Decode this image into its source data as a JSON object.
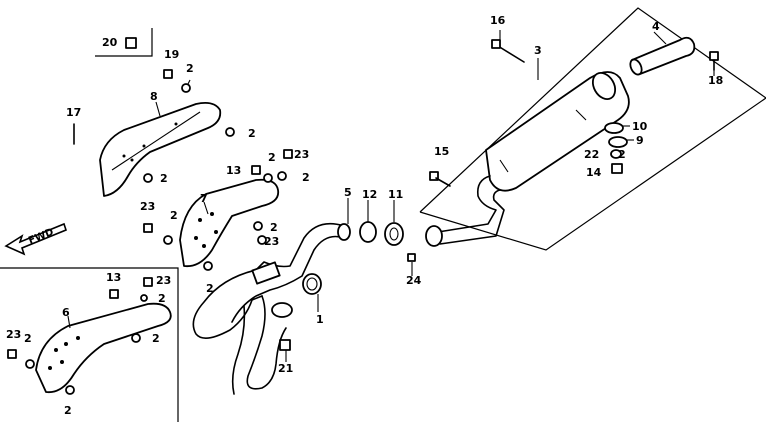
{
  "fwd_label": "FWD",
  "labels": [
    {
      "id": "l1",
      "text": "1"
    },
    {
      "id": "l2a",
      "text": "2"
    },
    {
      "id": "l2b",
      "text": "2"
    },
    {
      "id": "l2c",
      "text": "2"
    },
    {
      "id": "l2d",
      "text": "2"
    },
    {
      "id": "l2e",
      "text": "2"
    },
    {
      "id": "l2f",
      "text": "2"
    },
    {
      "id": "l2g",
      "text": "2"
    },
    {
      "id": "l2h",
      "text": "2"
    },
    {
      "id": "l2i",
      "text": "2"
    },
    {
      "id": "l2j",
      "text": "2"
    },
    {
      "id": "l2k",
      "text": "2"
    },
    {
      "id": "l2l",
      "text": "2"
    },
    {
      "id": "l2m",
      "text": "2"
    },
    {
      "id": "l3",
      "text": "3"
    },
    {
      "id": "l4",
      "text": "4"
    },
    {
      "id": "l5",
      "text": "5"
    },
    {
      "id": "l6",
      "text": "6"
    },
    {
      "id": "l7",
      "text": "7"
    },
    {
      "id": "l8",
      "text": "8"
    },
    {
      "id": "l9",
      "text": "9"
    },
    {
      "id": "l10",
      "text": "10"
    },
    {
      "id": "l11",
      "text": "11"
    },
    {
      "id": "l12",
      "text": "12"
    },
    {
      "id": "l13a",
      "text": "13"
    },
    {
      "id": "l13b",
      "text": "13"
    },
    {
      "id": "l14",
      "text": "14"
    },
    {
      "id": "l15",
      "text": "15"
    },
    {
      "id": "l16",
      "text": "16"
    },
    {
      "id": "l17",
      "text": "17"
    },
    {
      "id": "l18",
      "text": "18"
    },
    {
      "id": "l19",
      "text": "19"
    },
    {
      "id": "l20",
      "text": "20"
    },
    {
      "id": "l21",
      "text": "21"
    },
    {
      "id": "l22",
      "text": "22"
    },
    {
      "id": "l23a",
      "text": "23"
    },
    {
      "id": "l23b",
      "text": "23"
    },
    {
      "id": "l23c",
      "text": "23"
    },
    {
      "id": "l23d",
      "text": "23"
    },
    {
      "id": "l23e",
      "text": "23"
    },
    {
      "id": "l24",
      "text": "24"
    }
  ]
}
